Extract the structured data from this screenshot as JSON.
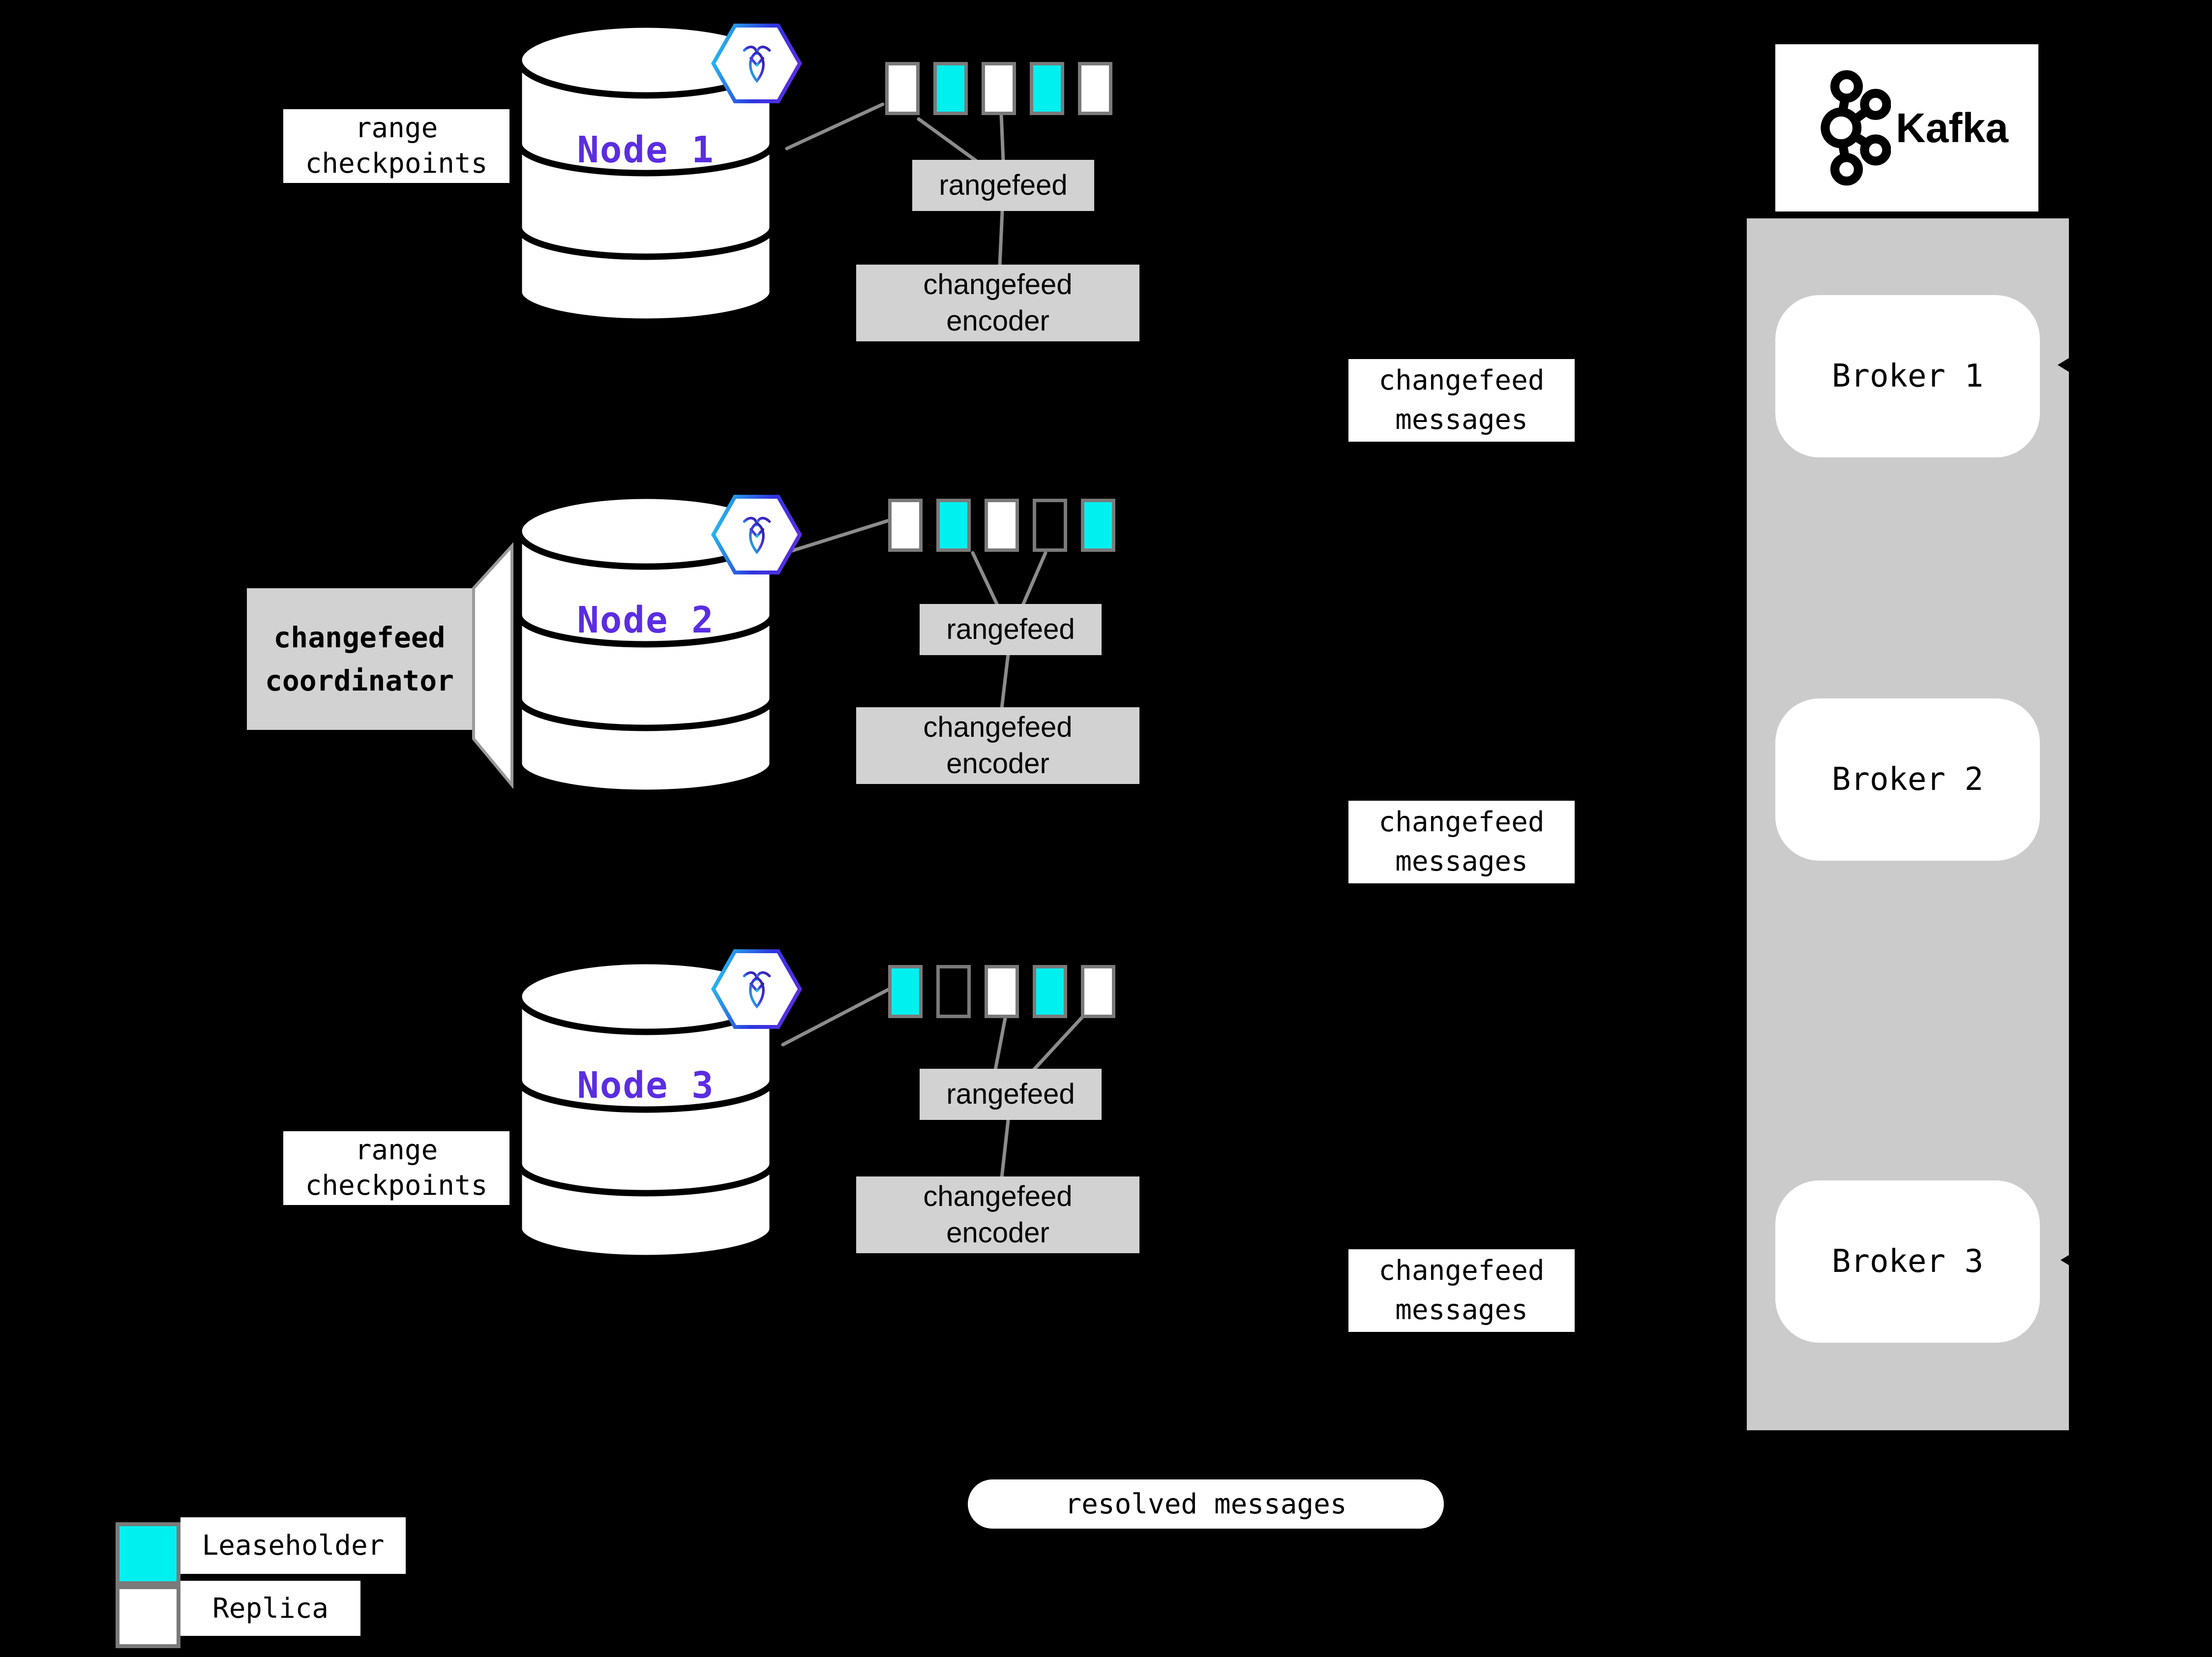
{
  "colors": {
    "background": "#000000",
    "leaseholder": "#00F0F0",
    "replica": "#FFFFFF",
    "none": "#000000",
    "box-gray": "#D2D2D2",
    "container-gray": "#CBCBCB",
    "line-gray": "#8C8C8C",
    "border-gray": "#7A7A7A",
    "node-label": "#5B2DE1"
  },
  "icons": {
    "cockroachdb_badge": "hexagon-cockroach-logo",
    "kafka_logo": "kafka-connected-circles",
    "database": "cylinder-database",
    "arrowhead": "left-pointing-triangle"
  },
  "nodes": [
    {
      "label": "Node 1",
      "checkpoint_label": "range checkpoints",
      "rangefeed_label": "rangefeed",
      "encoder_label": "changefeed encoder",
      "message_label": "changefeed messages",
      "ranges": [
        "replica",
        "leaseholder",
        "replica",
        "leaseholder",
        "replica"
      ]
    },
    {
      "label": "Node 2",
      "rangefeed_label": "rangefeed",
      "encoder_label": "changefeed encoder",
      "message_label": "changefeed messages",
      "ranges": [
        "replica",
        "leaseholder",
        "replica",
        "none",
        "leaseholder"
      ]
    },
    {
      "label": "Node 3",
      "checkpoint_label": "range checkpoints",
      "rangefeed_label": "rangefeed",
      "encoder_label": "changefeed encoder",
      "message_label": "changefeed messages",
      "ranges": [
        "leaseholder",
        "none",
        "replica",
        "leaseholder",
        "replica"
      ]
    }
  ],
  "coordinator": {
    "label": "changefeed coordinator"
  },
  "kafka": {
    "logo_text": "Kafka",
    "brokers": [
      {
        "label": "Broker 1"
      },
      {
        "label": "Broker 2"
      },
      {
        "label": "Broker 3"
      }
    ]
  },
  "resolved_label": "resolved messages",
  "legend": [
    {
      "type": "leaseholder",
      "label": "Leaseholder"
    },
    {
      "type": "replica",
      "label": "Replica"
    }
  ]
}
